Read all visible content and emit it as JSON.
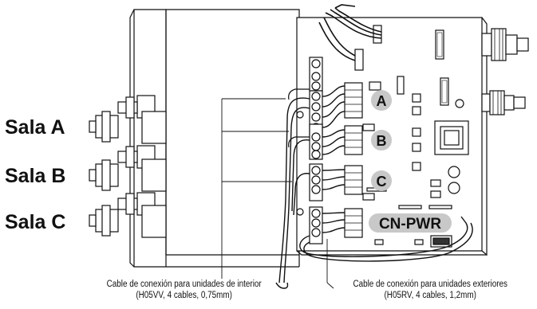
{
  "rooms": {
    "a": "Sala A",
    "b": "Sala B",
    "c": "Sala C"
  },
  "terminals": {
    "a": "A",
    "b": "B",
    "c": "C",
    "power": "CN-PWR"
  },
  "captions": {
    "indoor_line1": "Cable de conexión para unidades de interior",
    "indoor_line2": "(H05VV, 4 cables, 0,75mm)",
    "outdoor_line1": "Cable de conexión para unidades exteriores",
    "outdoor_line2": "(H05RV, 4 cables, 1,2mm)"
  }
}
